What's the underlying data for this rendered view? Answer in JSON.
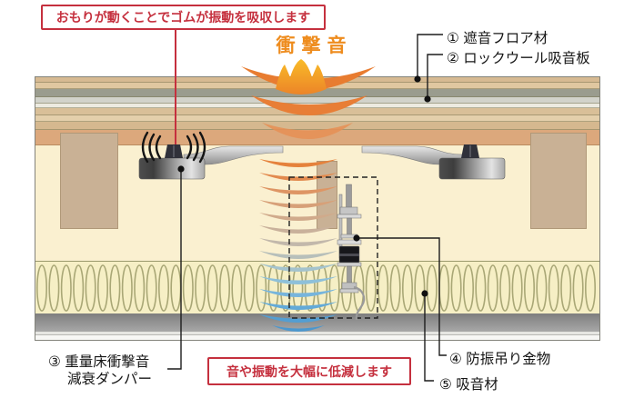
{
  "notes": {
    "top": "おもりが動くことでゴムが振動を吸収します",
    "bottom": "音や振動を大幅に低減します"
  },
  "impact": {
    "label": "衝撃音"
  },
  "legend": {
    "item1": "① 遮音フロア材",
    "item2": "② ロックウール吸音板",
    "item3_line1": "③ 重量床衝撃音",
    "item3_line2": "減衰ダンパー",
    "item4": "④ 防振吊り金物",
    "item5": "⑤ 吸音材"
  },
  "colors": {
    "accent_red": "#c5303e",
    "impact_orange": "#ee8c1e",
    "wave_blue": "#63aad8",
    "floor_tan": "#d7ba92",
    "rockwool_gray": "#9a9c8e",
    "joist_brown": "#c9b195",
    "cavity_cream": "#faf0d0",
    "insulation_cream": "#f6efc5",
    "ceiling_gray": "#8a8a8a"
  }
}
